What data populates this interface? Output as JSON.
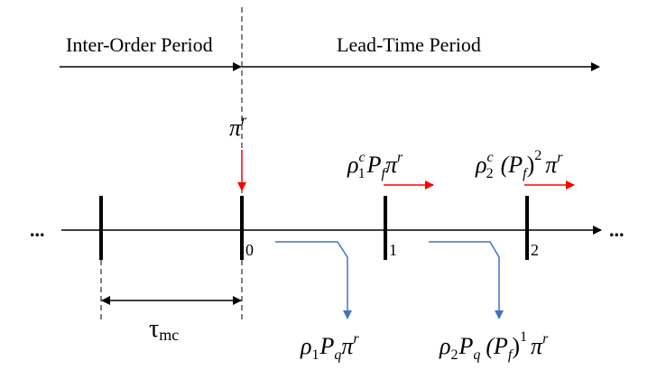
{
  "phases": {
    "inter_order": "Inter-Order Period",
    "lead_time": "Lead-Time Period"
  },
  "timeline": {
    "ellipsis_left": "...",
    "ellipsis_right": "...",
    "ticks": [
      "0",
      "1",
      "2"
    ]
  },
  "interval": {
    "symbol": "τ",
    "subscript": "mc"
  },
  "math": {
    "pi_r": {
      "base": "π",
      "sup": "r"
    },
    "rho1c": {
      "base": "ρ",
      "sub": "1",
      "sup": "c",
      "rest": "P",
      "rest_sub": "f",
      "tail": "π",
      "tail_sup": "r"
    },
    "rho2c": {
      "base": "ρ",
      "sub": "2",
      "sup": "c",
      "open": "(P",
      "inner_sub": "f",
      "close": ")",
      "exp": "2",
      "tail": "π",
      "tail_sup": "r"
    },
    "rho1": {
      "base": "ρ",
      "sub": "1",
      "rest": "P",
      "rest_sub": "q",
      "tail": "π",
      "tail_sup": "r"
    },
    "rho2": {
      "base": "ρ",
      "sub": "2",
      "rest": "P",
      "rest_sub": "q",
      "open": "(P",
      "inner_sub": "f",
      "close": ")",
      "exp": "1",
      "tail": "π",
      "tail_sup": "r"
    }
  },
  "colors": {
    "red_arrow": "#ff0000",
    "blue_arrow": "#4472c4",
    "line": "#000000"
  }
}
